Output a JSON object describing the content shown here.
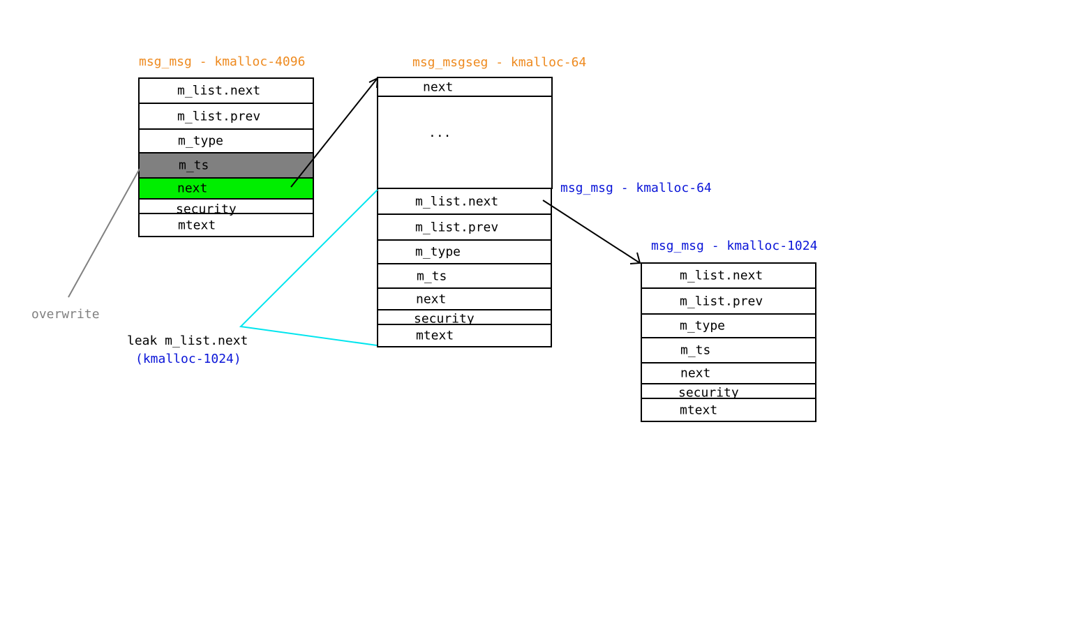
{
  "colors": {
    "orange_title": "#ee8a1f",
    "blue_title": "#0a15d8",
    "gray_label": "#808080",
    "highlight_gray": "#808080",
    "highlight_green": "#00ee00",
    "leak_line": "#00e5ee"
  },
  "msg_4096": {
    "title": "msg_msg - kmalloc-4096",
    "fields": [
      "m_list.next",
      "m_list.prev",
      "m_type",
      "m_ts",
      "next",
      "security",
      "mtext"
    ]
  },
  "msgseg_64": {
    "title": "msg_msgseg - kmalloc-64",
    "next": "next",
    "ellipsis": "..."
  },
  "msg_64": {
    "title": "msg_msg - kmalloc-64",
    "fields": [
      "m_list.next",
      "m_list.prev",
      "m_type",
      "m_ts",
      "next",
      "security",
      "mtext"
    ]
  },
  "msg_1024": {
    "title": "msg_msg - kmalloc-1024",
    "fields": [
      "m_list.next",
      "m_list.prev",
      "m_type",
      "m_ts",
      "next",
      "security",
      "mtext"
    ]
  },
  "annotations": {
    "overwrite": "overwrite",
    "leak_line1": "leak m_list.next",
    "leak_line2": "(kmalloc-1024)"
  }
}
